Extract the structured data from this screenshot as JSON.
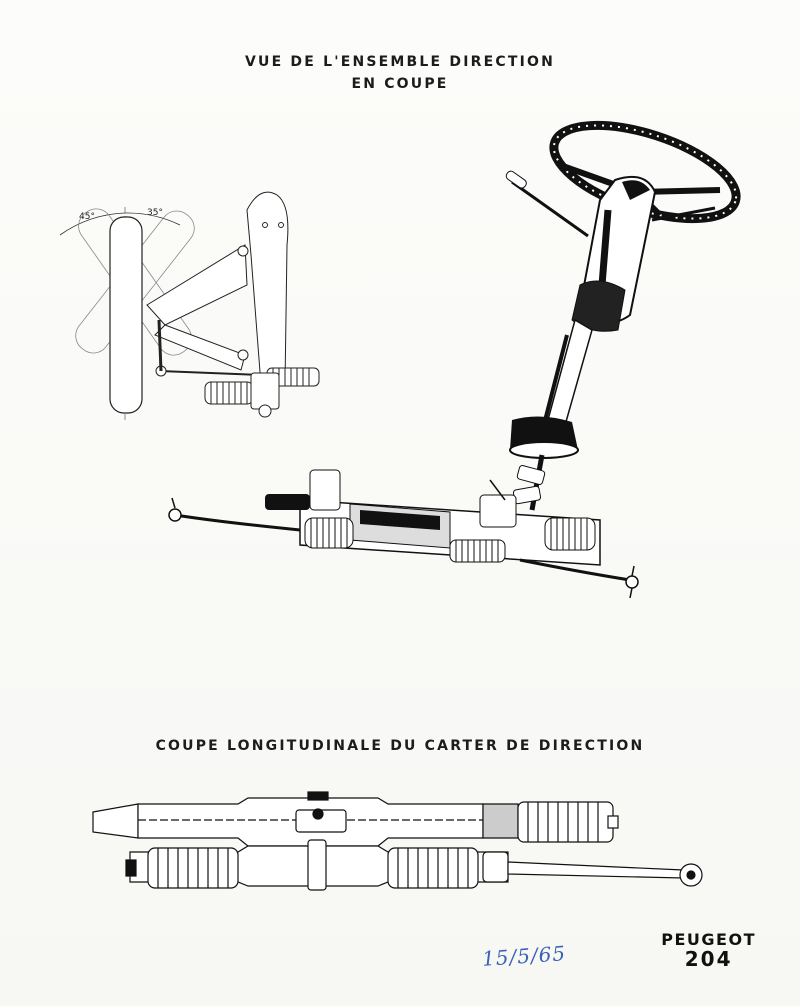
{
  "document": {
    "title_line1": "VUE DE L'ENSEMBLE DIRECTION",
    "title_line2": "EN COUPE",
    "section_title": "COUPE LONGITUDINALE DU CARTER DE DIRECTION"
  },
  "angles": {
    "left": "45°",
    "right": "35°"
  },
  "brand": {
    "name": "PEUGEOT",
    "model": "204"
  },
  "handwritten_date": "15/5/65",
  "colors": {
    "paper": "#fbfbf9",
    "ink": "#1a1a1a",
    "handwriting": "#3a63b5"
  }
}
